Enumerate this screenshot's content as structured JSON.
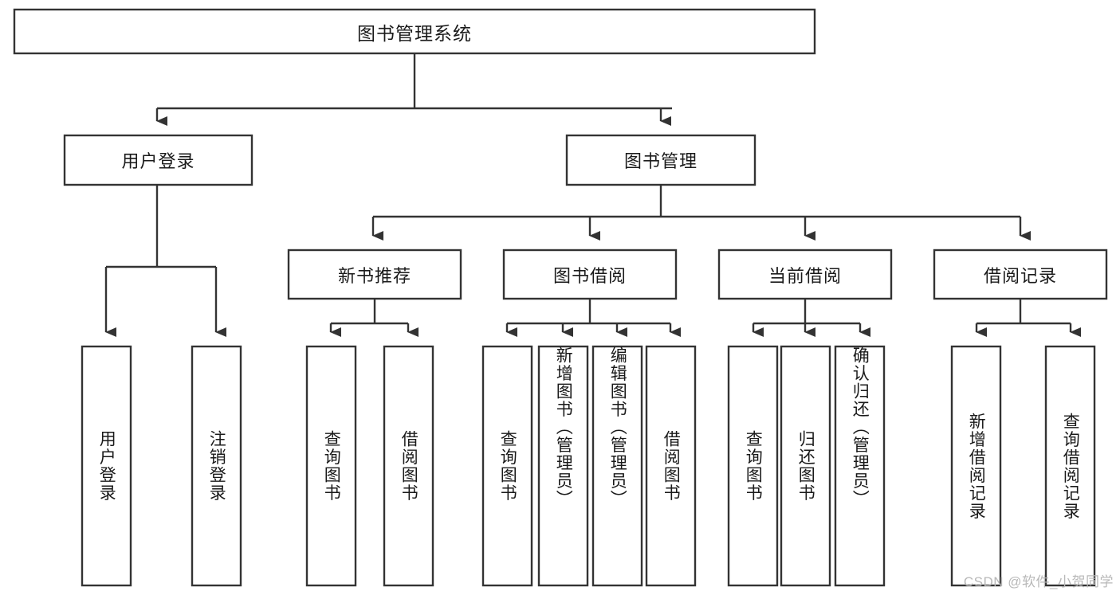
{
  "diagram": {
    "title": "图书管理系统",
    "type": "tree-hierarchy-chart",
    "watermark": "CSDN @软件_小贺同学",
    "colors": {
      "background": "#ffffff",
      "box_stroke": "#333333",
      "box_fill": "#ffffff",
      "text": "#1a1a1a",
      "watermark": "#b8b8b8"
    },
    "levels": {
      "level1": [
        {
          "id": "root",
          "label": "图书管理系统"
        }
      ],
      "level2": [
        {
          "id": "user-login",
          "label": "用户登录"
        },
        {
          "id": "book-management",
          "label": "图书管理"
        }
      ],
      "level3": [
        {
          "id": "new-book-recommend",
          "label": "新书推荐",
          "parent": "book-management"
        },
        {
          "id": "book-borrow",
          "label": "图书借阅",
          "parent": "book-management"
        },
        {
          "id": "current-borrow",
          "label": "当前借阅",
          "parent": "book-management"
        },
        {
          "id": "borrow-record",
          "label": "借阅记录",
          "parent": "book-management"
        }
      ],
      "level4": [
        {
          "id": "leaf-user-login",
          "label": "用户登录",
          "parent": "user-login"
        },
        {
          "id": "leaf-logout-login",
          "label": "注销登录",
          "parent": "user-login"
        },
        {
          "id": "leaf-query-book-1",
          "label": "查询图书",
          "parent": "new-book-recommend"
        },
        {
          "id": "leaf-borrow-book-1",
          "label": "借阅图书",
          "parent": "new-book-recommend"
        },
        {
          "id": "leaf-query-book-2",
          "label": "查询图书",
          "parent": "book-borrow"
        },
        {
          "id": "leaf-add-book",
          "label": "新增图书（管理员）",
          "parent": "book-borrow"
        },
        {
          "id": "leaf-edit-book",
          "label": "编辑图书（管理员）",
          "parent": "book-borrow"
        },
        {
          "id": "leaf-borrow-book-2",
          "label": "借阅图书",
          "parent": "book-borrow"
        },
        {
          "id": "leaf-query-book-3",
          "label": "查询图书",
          "parent": "current-borrow"
        },
        {
          "id": "leaf-return-book",
          "label": "归还图书",
          "parent": "current-borrow"
        },
        {
          "id": "leaf-confirm-return",
          "label": "确认归还（管理员）",
          "parent": "current-borrow"
        },
        {
          "id": "leaf-add-record",
          "label": "新增借阅记录",
          "parent": "borrow-record"
        },
        {
          "id": "leaf-query-record",
          "label": "查询借阅记录",
          "parent": "borrow-record"
        }
      ]
    }
  }
}
